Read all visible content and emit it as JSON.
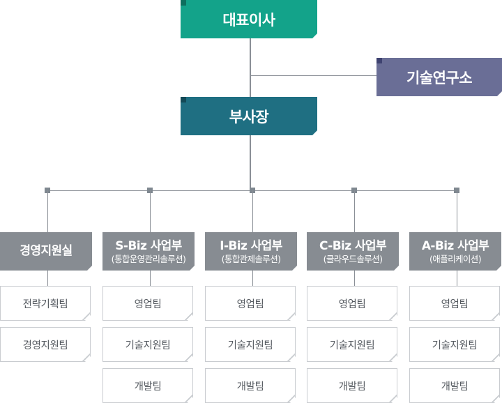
{
  "chart_data": {
    "type": "diagram",
    "ceo": {
      "label": "대표이사",
      "color": "#13a38a",
      "corner": "#0d6f5e"
    },
    "rnd": {
      "label": "기술연구소",
      "color": "#6a6e96",
      "corner": "#3e4270"
    },
    "vp": {
      "label": "부사장",
      "color": "#1f6f82",
      "corner": "#134a57"
    },
    "divisions": [
      {
        "title": "경영지원실",
        "subtitle": "",
        "teams": [
          "전략기획팀",
          "경영지원팀"
        ]
      },
      {
        "title": "S-Biz 사업부",
        "subtitle": "(통합운영관리솔루션)",
        "teams": [
          "영업팀",
          "기술지원팀",
          "개발팀"
        ]
      },
      {
        "title": "I-Biz 사업부",
        "subtitle": "(통합관제솔루션)",
        "teams": [
          "영업팀",
          "기술지원팀",
          "개발팀"
        ]
      },
      {
        "title": "C-Biz 사업부",
        "subtitle": "(클라우드솔루션)",
        "teams": [
          "영업팀",
          "기술지원팀",
          "개발팀"
        ]
      },
      {
        "title": "A-Biz 사업부",
        "subtitle": "(애플리케이션)",
        "teams": [
          "영업팀",
          "기술지원팀",
          "개발팀"
        ]
      }
    ]
  }
}
